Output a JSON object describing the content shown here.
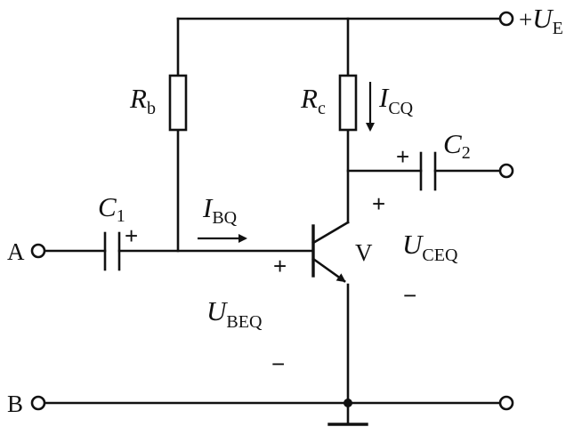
{
  "labels": {
    "supply": {
      "prefix": "+",
      "main": "U",
      "sub": "E"
    },
    "rb": {
      "main": "R",
      "sub": "b"
    },
    "rc": {
      "main": "R",
      "sub": "c"
    },
    "icq": {
      "main": "I",
      "sub": "CQ"
    },
    "c1": {
      "main": "C",
      "sub": "1"
    },
    "c2": {
      "main": "C",
      "sub": "2"
    },
    "ibq": {
      "main": "I",
      "sub": "BQ"
    },
    "transistor": "V",
    "uceq": {
      "main": "U",
      "sub": "CEQ"
    },
    "ubeq": {
      "main": "U",
      "sub": "BEQ"
    },
    "node_a": "A",
    "node_b": "B",
    "plus": "+",
    "minus": "−"
  }
}
